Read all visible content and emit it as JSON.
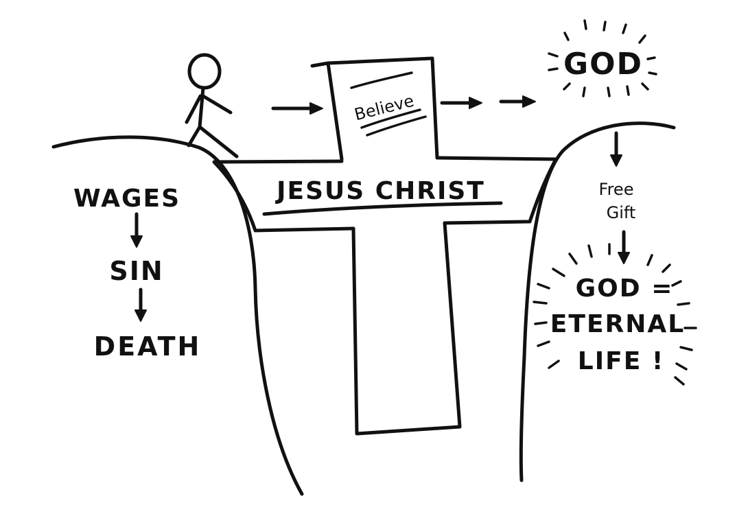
{
  "left_cliff": {
    "chain": [
      "WAGES",
      "SIN",
      "DEATH"
    ]
  },
  "cross": {
    "sign": "Believe",
    "beam": "JESUS CHRIST"
  },
  "right_cliff": {
    "top": "GOD",
    "gift_line1": "Free",
    "gift_line2": "Gift",
    "result_line1": "GOD =",
    "result_line2": "ETERNAL",
    "result_line3": "LIFE !"
  },
  "colors": {
    "ink": "#111111",
    "background": "#ffffff"
  }
}
